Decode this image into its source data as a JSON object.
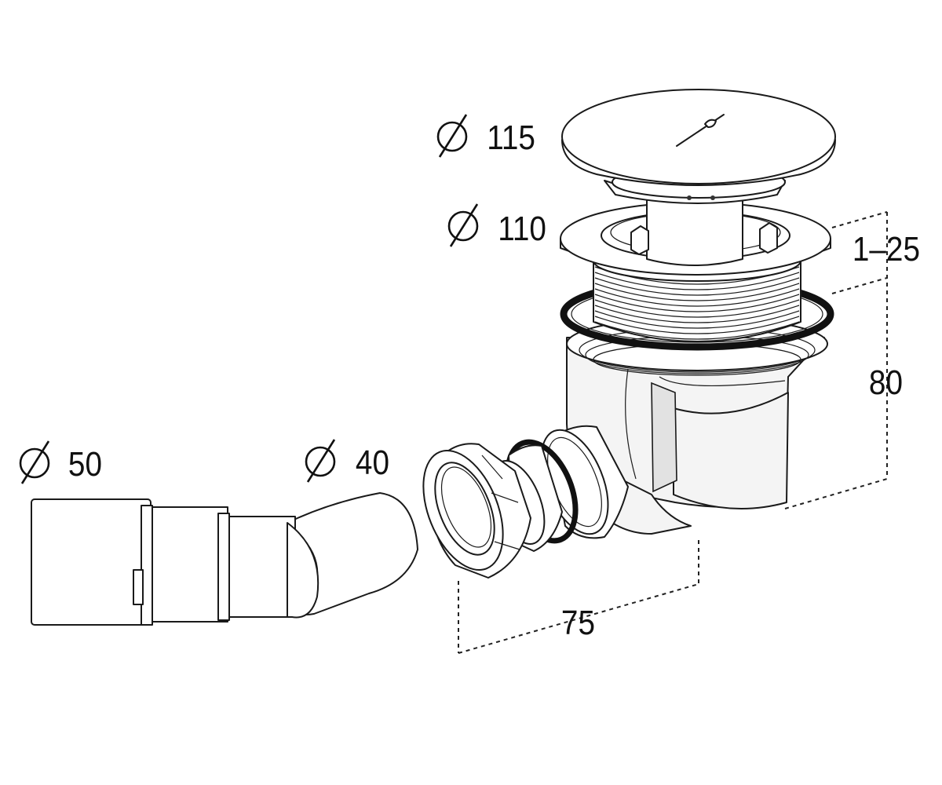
{
  "labels": {
    "cover_diameter": "115",
    "flange_diameter": "110",
    "outlet_diameter_large": "50",
    "outlet_diameter_small": "40",
    "thickness_range": "1–25",
    "height": "80",
    "offset": "75"
  },
  "diameter_symbol": "∅",
  "colors": {
    "line": "#1a1a1a",
    "background": "#ffffff",
    "fill": "#f4f4f4"
  }
}
